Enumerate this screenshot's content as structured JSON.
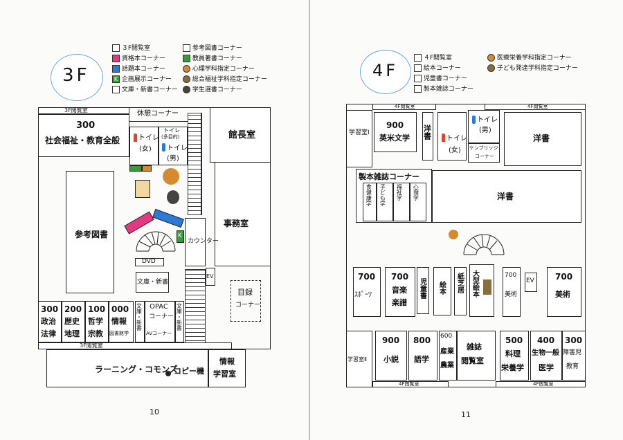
{
  "left_page": {
    "floor": "3F",
    "page_number": "10",
    "legend": [
      {
        "swatch": "#ffffff",
        "label": "３F閲覧室"
      },
      {
        "swatch": "#e23a7e",
        "label": "資格本コーナー"
      },
      {
        "swatch": "#2b7bd6",
        "label": "話題本コーナー"
      },
      {
        "swatch": "#3a9a3a",
        "mark": "K",
        "label": "企画展示コーナー"
      },
      {
        "swatch": "#ffffff",
        "label": "文庫・新書コーナー"
      },
      {
        "swatch": "#ffffff",
        "label": "参考図書コーナー"
      },
      {
        "swatch": "#3a9a3a",
        "label": "教員著書コーナー"
      },
      {
        "icon": "mascot",
        "label": "心理学科指定コーナー"
      },
      {
        "icon": "mascot",
        "label": "総合福祉学科指定コーナー"
      },
      {
        "icon": "mascot",
        "label": "学生選書コーナー"
      }
    ],
    "rooms": {
      "top_reading": "3F閲覧室",
      "social_num": "300",
      "social_label": "社会福祉・教育全般",
      "rest_corner": "休憩コーナー",
      "toilet_f_label": "トイレ",
      "toilet_f_sub": "(女)",
      "toilet_m_label": "トイレ",
      "toilet_m_note": "(多目的)",
      "toilet_m_sub": "(男)",
      "director": "館長室",
      "office": "事務室",
      "reference": "参考図書",
      "counter": "カウンター",
      "dvd": "DVD",
      "bunko": "文庫・新書",
      "ev": "EV",
      "catalog_1": "目録",
      "catalog_2": "コーナー",
      "opac_1": "OPAC",
      "opac_2": "コーナー",
      "av": "AVコーナー",
      "bunko_v": "文庫・新書",
      "bunko_v2": "文庫・新書",
      "bottom_reading": "3F閲覧室",
      "learning": "ラーニング・コモンズ",
      "copy": "コピー機",
      "info_1": "情報",
      "info_2": "学習室",
      "k_mark": "K"
    },
    "shelves": [
      {
        "num": "300",
        "l1": "政治",
        "l2": "法律"
      },
      {
        "num": "200",
        "l1": "歴史",
        "l2": "地理"
      },
      {
        "num": "100",
        "l1": "哲学",
        "l2": "宗教"
      },
      {
        "num": "000",
        "l1": "情報",
        "l2": "図書館学"
      }
    ]
  },
  "right_page": {
    "floor": "4F",
    "page_number": "11",
    "legend": [
      {
        "swatch": "#ffffff",
        "label": "４F閲覧室"
      },
      {
        "swatch": "#ffffff",
        "label": "絵本コーナー"
      },
      {
        "swatch": "#ffffff",
        "label": "児童書コーナー"
      },
      {
        "swatch": "#ffffff",
        "label": "製本雑誌コーナー"
      },
      {
        "icon": "mascot",
        "label": "医療栄養学科指定コーナー"
      },
      {
        "icon": "mascot",
        "label": "子ども発達学科指定コーナー"
      }
    ],
    "rooms": {
      "reading_top_1": "4F閲覧室",
      "reading_top_2": "4F閲覧室",
      "study1": "学習室Ⅰ",
      "eng_num": "900",
      "eng_label": "英米文学",
      "yosho_v": "洋書",
      "toilet_f_label": "トイレ",
      "toilet_f_sub": "(女)",
      "toilet_m_label": "トイレ",
      "toilet_m_sub": "(男)",
      "cambridge_1": "ケンブリッジ",
      "cambridge_2": "コーナー",
      "yosho_1": "洋書",
      "bound_mag": "製本雑誌コーナー",
      "yosho_2": "洋書",
      "sports_num": "700",
      "sports": "ｽﾎﾟｰﾂ",
      "music_num": "700",
      "music_1": "音楽",
      "music_2": "楽譜",
      "children": "児童書",
      "picture": "絵本",
      "kamishibai": "紙芝居",
      "big_picture": "大型絵本",
      "art_small_num": "700",
      "art_small": "美術",
      "ev": "EV",
      "art_num": "700",
      "art": "美術",
      "study2": "学習室Ⅱ",
      "novel_num": "900",
      "novel": "小説",
      "lang_num": "800",
      "lang": "語学",
      "ind_num": "600",
      "ind_1": "産業",
      "ind_2": "農業",
      "magazine_1": "雑誌",
      "magazine_2": "閲覧室",
      "cook_num": "500",
      "cook_1": "料理",
      "cook_2": "栄養学",
      "bio_num": "400",
      "bio_1": "生物一般",
      "bio_2": "医学",
      "special_num": "300",
      "special_1": "障害児",
      "special_2": "教育",
      "reading_bot_1": "4F閲覧室",
      "reading_bot_2": "4F閲覧室"
    },
    "bound_cols": [
      "食健康学",
      "子ども学",
      "福祉学",
      "心理学"
    ]
  },
  "colors": {
    "accent_circle": "#6aa7d3",
    "pink": "#e23a7e",
    "blue": "#2b7bd6",
    "green": "#3a9a3a",
    "toilet_f": "#e0462f",
    "toilet_m": "#2b7bd6"
  }
}
